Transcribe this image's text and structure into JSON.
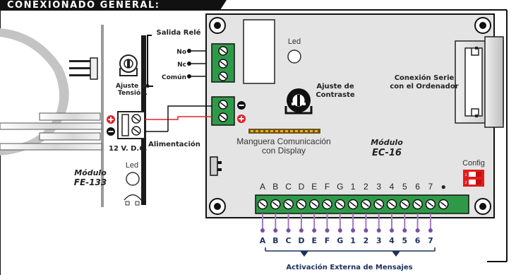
{
  "header": {
    "title": "CONEXIONADO GENERAL:"
  },
  "relay": {
    "title": "Salida Relé",
    "contacts": [
      "No",
      "Nc",
      "Común"
    ]
  },
  "led_top": "Led",
  "contrast": {
    "line1": "Ajuste de",
    "line2": "Contraste"
  },
  "serial": {
    "line1": "Conexión Serie",
    "line2": "con el Ordenador"
  },
  "tension": {
    "line1": "Ajuste de",
    "line2": "Tensión."
  },
  "power": {
    "voltage": "12 V. D.C.",
    "label": "Alimentación"
  },
  "ribbon": {
    "line1": "Manguera Comunicación",
    "line2": "con Display"
  },
  "ec16": {
    "line1": "Módulo",
    "line2": "EC-16"
  },
  "fe133": {
    "line1": "Módulo",
    "line2": "FE-133",
    "led": "Led"
  },
  "config": {
    "label": "Config",
    "sw1": "1",
    "sw2": "2"
  },
  "terminals": {
    "labels": [
      "A",
      "B",
      "C",
      "D",
      "E",
      "F",
      "G",
      "1",
      "2",
      "3",
      "4",
      "5",
      "6",
      "7",
      "●"
    ],
    "bottom_letters": [
      "A",
      "B",
      "C",
      "D",
      "E",
      "F",
      "G"
    ],
    "bottom_numbers": [
      "1",
      "2",
      "3",
      "4",
      "5",
      "6",
      "7"
    ]
  },
  "footer": {
    "label": "Activación Externa de Mensajes"
  },
  "colors": {
    "header_bg": "#111111",
    "board": "#e4e4e4",
    "terminal": "#2e9a48",
    "wire_red": "#e0202a",
    "ribbon": "#6b5420",
    "ribbon_pin": "#ffb000",
    "ext_wire": "#a07ac0",
    "ext_dot": "#7a4fa0",
    "navy": "#1c2f5e",
    "config_red": "#e41a1a"
  }
}
